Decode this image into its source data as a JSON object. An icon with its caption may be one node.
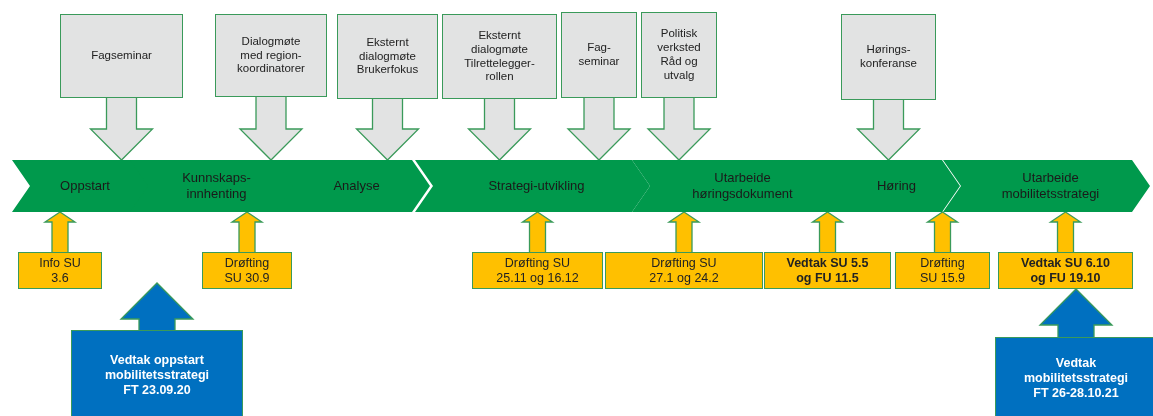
{
  "diagram": {
    "nodes": [
      {
        "text": [
          "Fagseminar"
        ]
      },
      {
        "text": [
          "Dialogmøte med region-koordinatorer"
        ]
      },
      {
        "text": [
          "Eksternt dialogmøte Brukerfokus"
        ]
      },
      {
        "text": [
          "Eksternt dialogmøte Tilrettelegger-rollen"
        ]
      },
      {
        "text": [
          "Fag-seminar"
        ]
      },
      {
        "text": [
          "Politisk verksted Råd og utvalg"
        ]
      },
      {
        "text": [
          "Hørings-konferanse"
        ]
      },
      {
        "text": [
          "Oppstart"
        ]
      },
      {
        "text": [
          "Kunnskaps-innhenting"
        ]
      },
      {
        "text": [
          "Analyse"
        ]
      },
      {
        "text": [
          "Strategi-utvikling"
        ]
      },
      {
        "text": [
          "Utarbeide høringsdokument"
        ]
      },
      {
        "text": [
          "Høring"
        ]
      },
      {
        "text": [
          "Utarbeide mobilitetsstrategi"
        ]
      },
      {
        "text": [
          "Info SU 3.6"
        ]
      },
      {
        "text": [
          "Drøfting SU 30.9"
        ]
      },
      {
        "text": [
          "Drøfting SU 25.11 og 16.12"
        ]
      },
      {
        "text": [
          "Drøfting SU 27.1 og 24.2"
        ]
      },
      {
        "text": [
          "Vedtak SU 5.5 og FU 11.5"
        ]
      },
      {
        "text": [
          "Drøfting SU 15.9"
        ]
      },
      {
        "text": [
          "Vedtak SU 6.10 og FU 19.10"
        ]
      },
      {
        "text": [
          "Vedtak oppstart mobilitetsstrategi FT 23.09.20"
        ]
      },
      {
        "text": [
          "Vedtak mobilitetsstrategi FT 26-28.10.21"
        ]
      }
    ],
    "edges": [
      {
        "from": 0,
        "to": 7,
        "arrow": "to"
      },
      {
        "from": 1,
        "to": 8,
        "arrow": "to"
      },
      {
        "from": 2,
        "to": 9,
        "arrow": "to"
      },
      {
        "from": 3,
        "to": 10,
        "arrow": "to"
      },
      {
        "from": 4,
        "to": 10,
        "arrow": "to"
      },
      {
        "from": 5,
        "to": 11,
        "arrow": "to"
      },
      {
        "from": 6,
        "to": 12,
        "arrow": "to"
      },
      {
        "from": 14,
        "to": 7,
        "arrow": "to"
      },
      {
        "from": 15,
        "to": 8,
        "arrow": "to"
      },
      {
        "from": 16,
        "to": 10,
        "arrow": "to"
      },
      {
        "from": 17,
        "to": 11,
        "arrow": "to"
      },
      {
        "from": 18,
        "to": 11,
        "arrow": "to"
      },
      {
        "from": 19,
        "to": 12,
        "arrow": "to"
      },
      {
        "from": 20,
        "to": 13,
        "arrow": "to"
      },
      {
        "from": 21,
        "to": null,
        "arrow": "to"
      },
      {
        "from": 22,
        "to": 20,
        "arrow": "to"
      }
    ]
  }
}
